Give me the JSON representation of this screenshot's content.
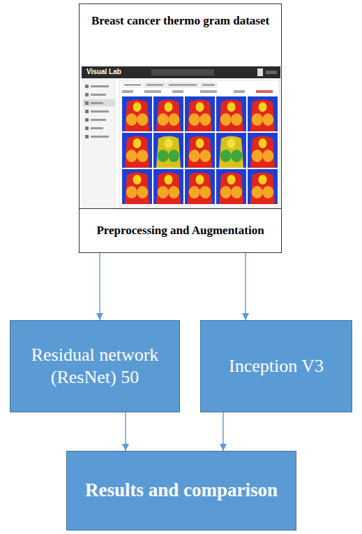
{
  "diagram": {
    "nodes": [
      {
        "text": [
          "Breast cancer thermo gram dataset"
        ]
      },
      {
        "text": [
          "Preprocessing and Augmentation"
        ]
      },
      {
        "text": [
          "Residual network (ResNet) 50"
        ]
      },
      {
        "text": [
          "Inception V3"
        ]
      },
      {
        "text": [
          "Results and comparison"
        ]
      }
    ],
    "edges": [
      {
        "from": 1,
        "to": 2,
        "arrow": "to"
      },
      {
        "from": 1,
        "to": 3,
        "arrow": "to"
      },
      {
        "from": 2,
        "to": 4,
        "arrow": "to"
      },
      {
        "from": 3,
        "to": 4,
        "arrow": "to"
      }
    ],
    "labels": [
      "Visual Lab"
    ]
  }
}
